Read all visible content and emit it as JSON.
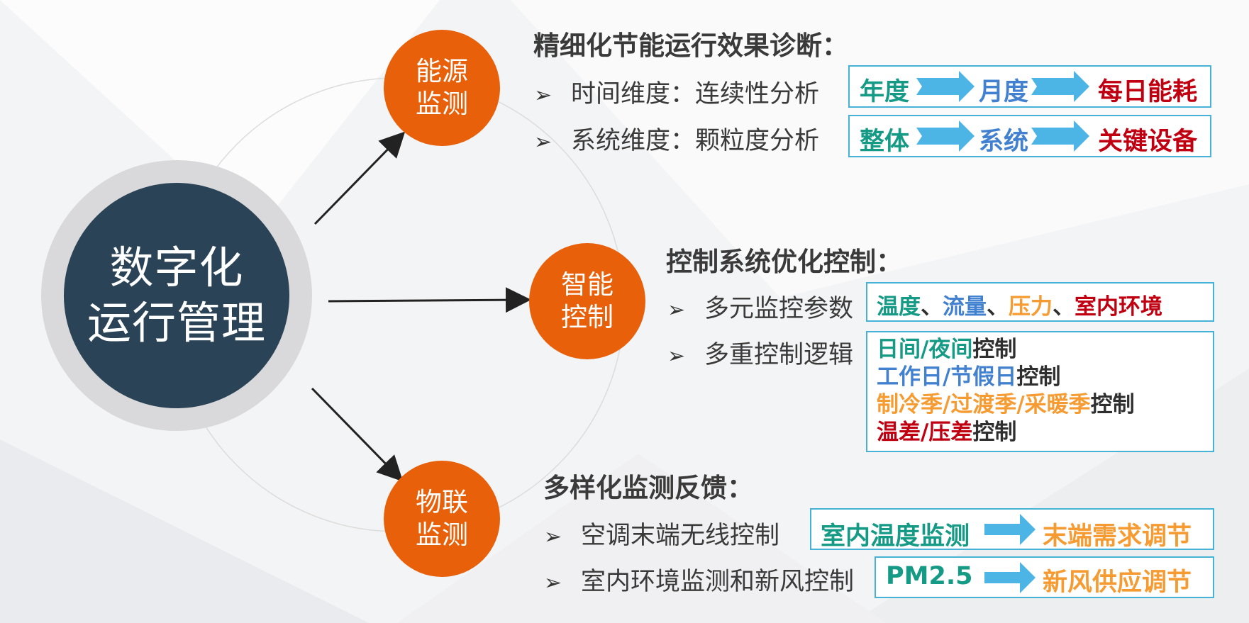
{
  "colors": {
    "node_orange": "#e8600a",
    "core_navy": "#2a4356",
    "ring_gray": "#d9d9db",
    "box_border": "#47b2d8",
    "arrow_blue": "#4db4e6",
    "teal": "#159a86",
    "blue": "#4281cf",
    "red": "#c00010",
    "orange": "#f59b31"
  },
  "center": {
    "line1": "数字化",
    "line2": "运行管理"
  },
  "nodes": {
    "energy": {
      "line1": "能源",
      "line2": "监测"
    },
    "control": {
      "line1": "智能",
      "line2": "控制"
    },
    "iot": {
      "line1": "物联",
      "line2": "监测"
    }
  },
  "section1": {
    "title": "精细化节能运行效果诊断：",
    "bullet1": "时间维度：连续性分析",
    "bullet2": "系统维度：颗粒度分析",
    "row1": [
      "年度",
      "月度",
      "每日能耗"
    ],
    "row2": [
      "整体",
      "系统",
      "关键设备"
    ]
  },
  "section2": {
    "title": "控制系统优化控制：",
    "bullet1": "多元监控参数",
    "bullet2": "多重控制逻辑",
    "params": {
      "p1": "温度",
      "sep": "、",
      "p2": "流量",
      "p3": "压力",
      "p4": "室内环境"
    },
    "logic": {
      "l1a": "日间/夜间",
      "l1b": "控制",
      "l2a": "工作日/节假日",
      "l2b": "控制",
      "l3a": "制冷季/过渡季/采暖季",
      "l3b": "控制",
      "l4a": "温差/压差",
      "l4b": "控制"
    }
  },
  "section3": {
    "title": "多样化监测反馈：",
    "bullet1": "空调末端无线控制",
    "bullet2": "室内环境监测和新风控制",
    "row1": [
      "室内温度监测",
      "末端需求调节"
    ],
    "row2": [
      "PM2.5",
      "新风供应调节"
    ]
  }
}
